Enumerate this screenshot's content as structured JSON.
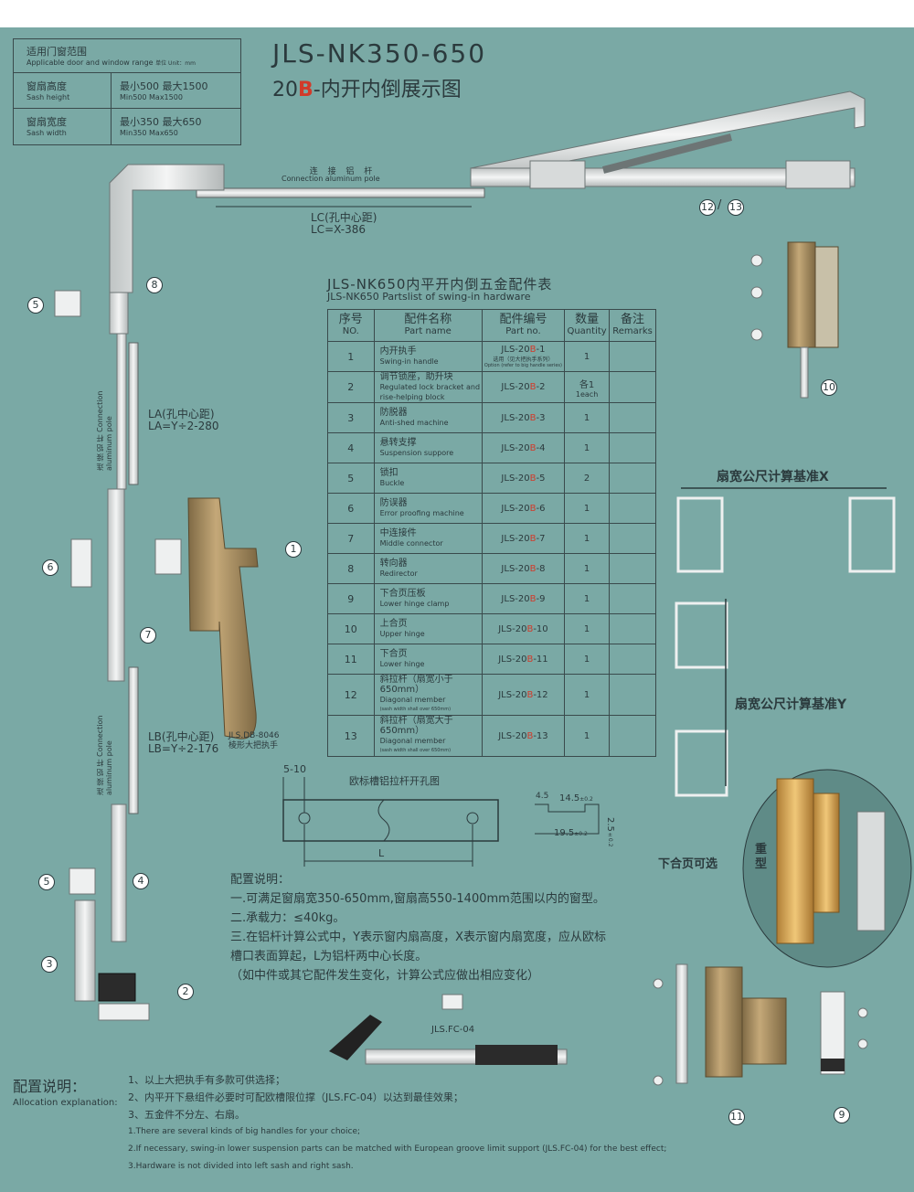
{
  "range_table": {
    "header_cn": "适用门窗范围",
    "header_en": "Applicable door and window range",
    "header_unit": "单位 Unit：mm",
    "height_cn": "窗扇高度",
    "height_en": "Sash height",
    "height_val_cn": "最小500  最大1500",
    "height_val_en": "Min500  Max1500",
    "width_cn": "窗扇宽度",
    "width_en": "Sash width",
    "width_val_cn": "最小350  最大650",
    "width_val_en": "Min350  Max650"
  },
  "title": {
    "model": "JLS-NK350-650",
    "sub_prefix": "20",
    "sub_red": "B",
    "sub_suffix": "-内开内倒展示图"
  },
  "rod_top": {
    "label_cn": "连 接 铝 杆",
    "label_en": "Connection aluminum pole",
    "lc_cn": "LC(孔中心距)",
    "lc_formula": "LC=X-386"
  },
  "rod_la": {
    "label_cn": "连 接 铝 杆",
    "label_en": "Connection aluminum pole",
    "la_cn": "LA(孔中心距)",
    "la_formula": "LA=Y÷2-280"
  },
  "rod_lb": {
    "label_cn": "连 接 铝 杆",
    "label_en": "Connection aluminum pole",
    "lb_cn": "LB(孔中心距)",
    "lb_formula": "LB=Y÷2-176"
  },
  "handle": {
    "model": "JLS.DB-8046",
    "desc": "棱形大把执手"
  },
  "parts_table": {
    "title_cn": "JLS-NK650内平开内倒五金配件表",
    "title_en": "JLS-NK650 Partslist of swing-in hardware",
    "headers": [
      {
        "cn": "序号",
        "en": "NO."
      },
      {
        "cn": "配件名称",
        "en": "Part name"
      },
      {
        "cn": "配件编号",
        "en": "Part no."
      },
      {
        "cn": "数量",
        "en": "Quantity"
      },
      {
        "cn": "备注",
        "en": "Remarks"
      }
    ],
    "rows": [
      {
        "no": "1",
        "cn": "内开执手",
        "en": "Swing-in handle",
        "pn_a": "JLS-20",
        "pn_b": "B",
        "pn_c": "-1",
        "pn_note1": "选用（见大把执手系列）",
        "pn_note2": "Option (refer to big handle series)",
        "qty": "1",
        "qty_en": ""
      },
      {
        "no": "2",
        "cn": "调节锁座，助升块",
        "en": "Regulated lock bracket and rise-helping block",
        "pn_a": "JLS-20",
        "pn_b": "B",
        "pn_c": "-2",
        "pn_note1": "",
        "pn_note2": "",
        "qty": "各1",
        "qty_en": "1each"
      },
      {
        "no": "3",
        "cn": "防脱器",
        "en": "Anti-shed machine",
        "pn_a": "JLS-20",
        "pn_b": "B",
        "pn_c": "-3",
        "pn_note1": "",
        "pn_note2": "",
        "qty": "1",
        "qty_en": ""
      },
      {
        "no": "4",
        "cn": "悬转支撑",
        "en": "Suspension suppore",
        "pn_a": "JLS-20",
        "pn_b": "B",
        "pn_c": "-4",
        "pn_note1": "",
        "pn_note2": "",
        "qty": "1",
        "qty_en": ""
      },
      {
        "no": "5",
        "cn": "锁扣",
        "en": "Buckle",
        "pn_a": "JLS-20",
        "pn_b": "B",
        "pn_c": "-5",
        "pn_note1": "",
        "pn_note2": "",
        "qty": "2",
        "qty_en": ""
      },
      {
        "no": "6",
        "cn": "防误器",
        "en": "Error proofing machine",
        "pn_a": "JLS-20",
        "pn_b": "B",
        "pn_c": "-6",
        "pn_note1": "",
        "pn_note2": "",
        "qty": "1",
        "qty_en": ""
      },
      {
        "no": "7",
        "cn": "中连接件",
        "en": "Middle connector",
        "pn_a": "JLS-20",
        "pn_b": "B",
        "pn_c": "-7",
        "pn_note1": "",
        "pn_note2": "",
        "qty": "1",
        "qty_en": ""
      },
      {
        "no": "8",
        "cn": "转向器",
        "en": "Redirector",
        "pn_a": "JLS-20",
        "pn_b": "B",
        "pn_c": "-8",
        "pn_note1": "",
        "pn_note2": "",
        "qty": "1",
        "qty_en": ""
      },
      {
        "no": "9",
        "cn": "下合页压板",
        "en": "Lower hinge clamp",
        "pn_a": "JLS-20",
        "pn_b": "B",
        "pn_c": "-9",
        "pn_note1": "",
        "pn_note2": "",
        "qty": "1",
        "qty_en": ""
      },
      {
        "no": "10",
        "cn": "上合页",
        "en": "Upper hinge",
        "pn_a": "JLS-20",
        "pn_b": "B",
        "pn_c": "-10",
        "pn_note1": "",
        "pn_note2": "",
        "qty": "1",
        "qty_en": ""
      },
      {
        "no": "11",
        "cn": "下合页",
        "en": "Lower hinge",
        "pn_a": "JLS-20",
        "pn_b": "B",
        "pn_c": "-11",
        "pn_note1": "",
        "pn_note2": "",
        "qty": "1",
        "qty_en": ""
      },
      {
        "no": "12",
        "cn": "斜拉杆（扇宽小于650mm）",
        "en": "Diagonal member",
        "en2": "(sash width shall over 650mm)",
        "pn_a": "JLS-20",
        "pn_b": "B",
        "pn_c": "-12",
        "pn_note1": "",
        "pn_note2": "",
        "qty": "1",
        "qty_en": ""
      },
      {
        "no": "13",
        "cn": "斜拉杆（扇宽大于650mm）",
        "en": "Diagonal member",
        "en2": "(sash width shall over 650mm)",
        "pn_a": "JLS-20",
        "pn_b": "B",
        "pn_c": "-13",
        "pn_note1": "",
        "pn_note2": "",
        "qty": "1",
        "qty_en": ""
      }
    ]
  },
  "groove": {
    "title": "欧标槽铝拉杆开孔图",
    "dim_top": "5-10",
    "dim_l": "L",
    "dim_45": "4.5",
    "dim_145": "14.5",
    "dim_145_tol": "±0.2",
    "dim_195": "19.5",
    "dim_195_tol": "±0.2",
    "dim_25": "2.5",
    "dim_25_tol": "±0.2"
  },
  "right_labels": {
    "x_basis": "扇宽公尺计算基准X",
    "y_basis": "扇宽公尺计算基准Y",
    "lower_hinge_opt": "下合页可选",
    "heavy": "重",
    "type": "型"
  },
  "config_notes": {
    "heading": "配置说明：",
    "lines": [
      "一.可满足窗扇宽350-650mm,窗扇高550-1400mm范围以内的窗型。",
      "二.承载力：≤40kg。",
      "三.在铝杆计算公式中，Y表示窗内扇高度，X表示窗内扇宽度，应从欧标",
      "槽口表面算起，L为铝杆两中心长度。",
      "（如中件或其它配件发生变化，计算公式应做出相应变化）"
    ]
  },
  "limiter": {
    "model": "JLS.FC-04"
  },
  "allocation": {
    "heading_cn": "配置说明：",
    "heading_en": "Allocation explanation:",
    "cn_lines": [
      "1、以上大把执手有多款可供选择；",
      "2、内平开下悬组件必要时可配欧槽限位撑（JLS.FC-04）以达到最佳效果；",
      "3、五金件不分左、右扇。"
    ],
    "en_lines": [
      "1.There are several kinds of big handles for your choice;",
      "2.If necessary, swing-in lower suspension parts can be matched with European groove limit support (JLS.FC-04) for the best effect;",
      "3.Hardware is not divided into left sash and right sash."
    ]
  },
  "callouts": {
    "c1": "1",
    "c2": "2",
    "c3": "3",
    "c4": "4",
    "c5a": "5",
    "c5b": "5",
    "c6": "6",
    "c7": "7",
    "c8": "8",
    "c9": "9",
    "c10": "10",
    "c11": "11",
    "c12": "12",
    "c13": "13",
    "slash": "/"
  },
  "colors": {
    "background": "#7aa9a5",
    "text": "#2b3a3d",
    "accent_red": "#d23a2a",
    "bronze": "#a58a5c",
    "gold": "#d3a358",
    "metal": "#e4e6e6"
  }
}
